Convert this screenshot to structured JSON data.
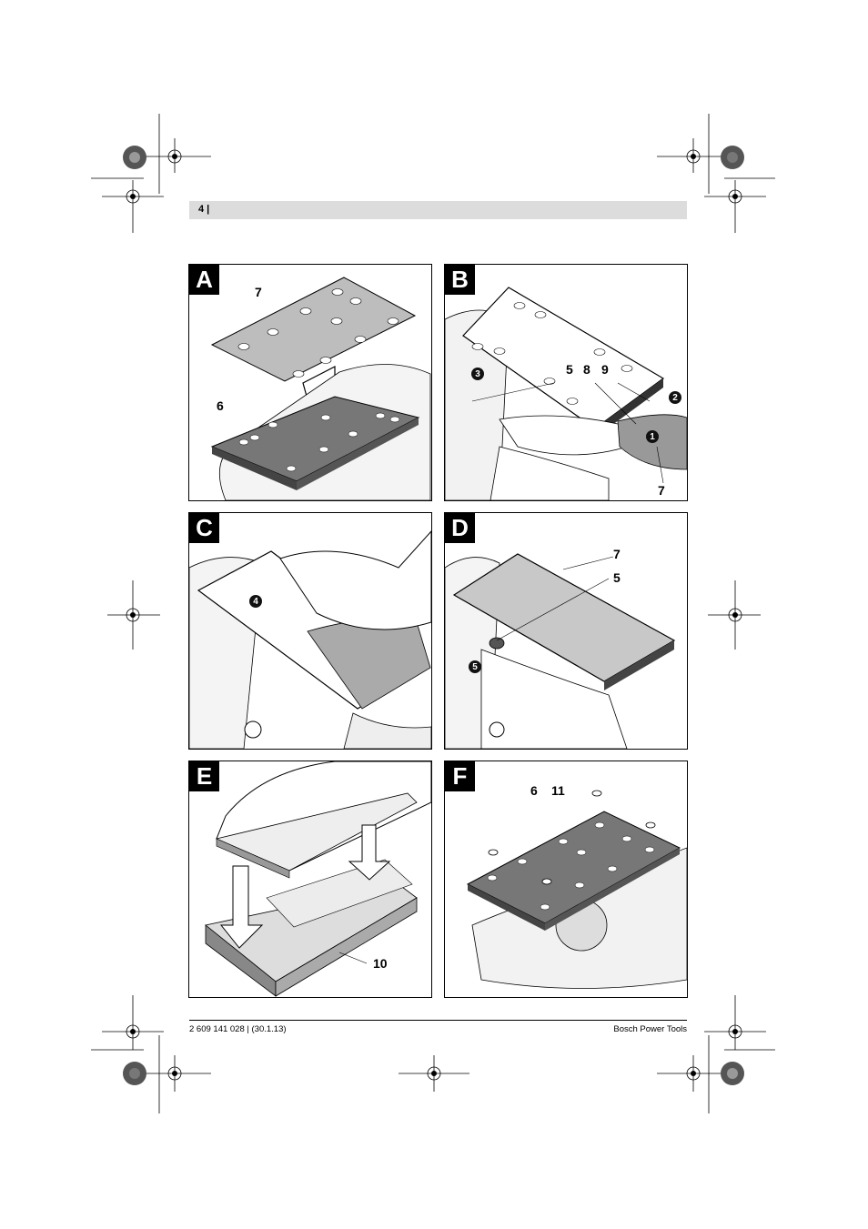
{
  "header": {
    "page_number": "4 |"
  },
  "panels": [
    {
      "id": "A",
      "callouts": [
        "7",
        "6"
      ]
    },
    {
      "id": "B",
      "callouts": [
        "5",
        "8",
        "9",
        "7"
      ],
      "steps": [
        "3",
        "2",
        "1"
      ]
    },
    {
      "id": "C",
      "steps": [
        "4"
      ]
    },
    {
      "id": "D",
      "callouts": [
        "7",
        "5"
      ],
      "steps": [
        "5"
      ]
    },
    {
      "id": "E",
      "callouts": [
        "10"
      ]
    },
    {
      "id": "F",
      "callouts": [
        "6",
        "11"
      ]
    }
  ],
  "footer": {
    "doc_number": "2 609 141 028 | (30.1.13)",
    "brand": "Bosch Power Tools"
  }
}
